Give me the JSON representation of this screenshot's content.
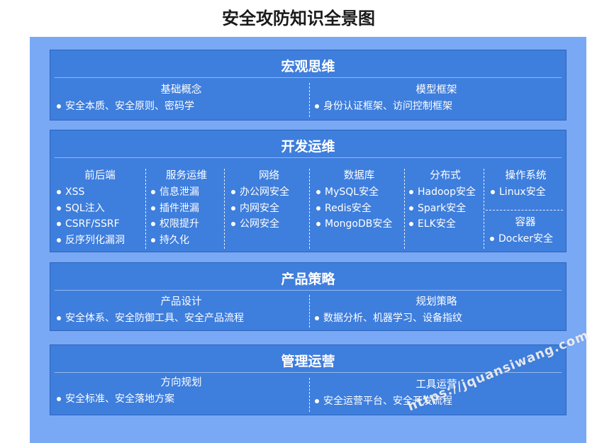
{
  "title": "安全攻防知识全景图",
  "colors": {
    "panel": "#79a8f5",
    "section": "#3e7edd",
    "text": "#ffffff"
  },
  "sections": [
    {
      "title": "宏观思维",
      "columns": [
        {
          "heading": "基础概念",
          "items": [
            "安全本质、安全原则、密码学"
          ]
        },
        {
          "heading": "模型框架",
          "items": [
            "身份认证框架、访问控制框架"
          ]
        }
      ]
    },
    {
      "title": "开发运维",
      "columns": [
        {
          "heading": "前后端",
          "items": [
            "XSS",
            "SQL注入",
            "CSRF/SSRF",
            "反序列化漏洞"
          ]
        },
        {
          "heading": "服务运维",
          "items": [
            "信息泄漏",
            "插件泄漏",
            "权限提升",
            "持久化"
          ]
        },
        {
          "heading": "网络",
          "items": [
            "办公网安全",
            "内网安全",
            "公网安全"
          ]
        },
        {
          "heading": "数据库",
          "items": [
            "MySQL安全",
            "Redis安全",
            "MongoDB安全"
          ]
        },
        {
          "heading": "分布式",
          "items": [
            "Hadoop安全",
            "Spark安全",
            "ELK安全"
          ]
        },
        {
          "heading": "操作系统",
          "items": [
            "Linux安全"
          ]
        },
        {
          "heading": "容器",
          "items": [
            "Docker安全"
          ]
        }
      ]
    },
    {
      "title": "产品策略",
      "columns": [
        {
          "heading": "产品设计",
          "items": [
            "安全体系、安全防御工具、安全产品流程"
          ]
        },
        {
          "heading": "规划策略",
          "items": [
            "数据分析、机器学习、设备指纹"
          ]
        }
      ]
    },
    {
      "title": "管理运营",
      "columns": [
        {
          "heading": "方向规划",
          "items": [
            "安全标准、安全落地方案"
          ]
        },
        {
          "heading": "工具运营",
          "items": [
            "安全运营平台、安全开发流程"
          ]
        }
      ]
    }
  ],
  "watermark": "https://jquansiwang.com"
}
